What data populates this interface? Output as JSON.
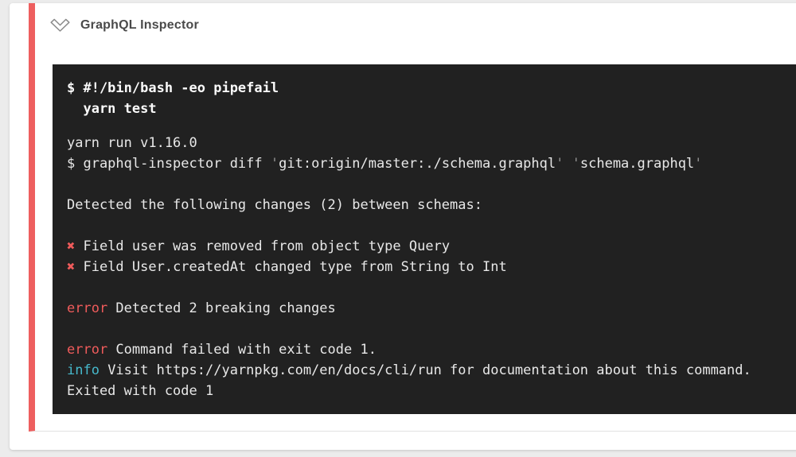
{
  "colors": {
    "accent_red": "#ee5f5f",
    "terminal_bg": "#212121",
    "error_red": "#ef5b5b",
    "info_cyan": "#46b9cc",
    "page_bg": "#ececec"
  },
  "header": {
    "title": "GraphQL Inspector",
    "collapse_icon": "chevron-down-icon"
  },
  "terminal": {
    "lines": [
      {
        "segments": [
          {
            "t": "$ #!/bin/bash -eo pipefail",
            "s": "bold"
          }
        ]
      },
      {
        "segments": [
          {
            "t": "  yarn test",
            "s": "bold"
          }
        ]
      },
      {
        "spacer": 17
      },
      {
        "segments": [
          {
            "t": "yarn run v1.16.0"
          }
        ]
      },
      {
        "segments": [
          {
            "t": "$ graphql-inspector diff "
          },
          {
            "t": "'",
            "s": "dim"
          },
          {
            "t": "git:origin/master:./schema.graphql"
          },
          {
            "t": "'",
            "s": "dim"
          },
          {
            "t": " "
          },
          {
            "t": "'",
            "s": "dim"
          },
          {
            "t": "schema.graphql"
          },
          {
            "t": "'",
            "s": "dim"
          }
        ]
      },
      {
        "spacer": 26
      },
      {
        "segments": [
          {
            "t": "Detected the following changes (2) between schemas:"
          }
        ]
      },
      {
        "spacer": 26
      },
      {
        "segments": [
          {
            "t": "✖",
            "s": "red"
          },
          {
            "t": " Field user was removed from object type Query"
          }
        ]
      },
      {
        "segments": [
          {
            "t": "✖",
            "s": "red"
          },
          {
            "t": " Field User.createdAt changed type from String to Int"
          }
        ]
      },
      {
        "spacer": 26
      },
      {
        "segments": [
          {
            "t": "error",
            "s": "red"
          },
          {
            "t": " Detected 2 breaking changes"
          }
        ]
      },
      {
        "spacer": 26
      },
      {
        "segments": [
          {
            "t": "error",
            "s": "red"
          },
          {
            "t": " Command failed with exit code 1."
          }
        ]
      },
      {
        "segments": [
          {
            "t": "info",
            "s": "cyan"
          },
          {
            "t": " Visit https://yarnpkg.com/en/docs/cli/run for documentation about this command."
          }
        ]
      },
      {
        "segments": [
          {
            "t": "Exited with code 1"
          }
        ]
      }
    ]
  }
}
